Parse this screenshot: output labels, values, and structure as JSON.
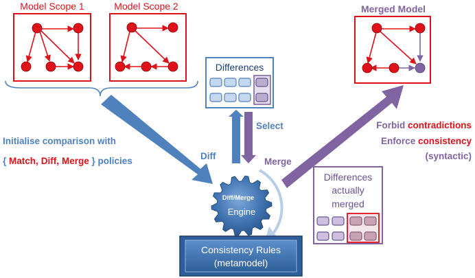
{
  "scopes": {
    "scope1_title": "Model Scope 1",
    "scope2_title": "Model Scope 2",
    "merged_title": "Merged Model"
  },
  "differences": {
    "title": "Differences"
  },
  "merged_differences": {
    "line1": "Differences",
    "line2": "actually",
    "line3": "merged"
  },
  "left_text": {
    "line1": "Initialise comparison with",
    "brace_open": "{ ",
    "match": "Match,",
    "diff": "Diff,",
    "merge": "Merge",
    "brace_close": " } policies"
  },
  "arrows": {
    "diff_label": "Diff",
    "select_label": "Select",
    "merge_label": "Merge"
  },
  "right_text": {
    "forbid": "Forbid ",
    "contradictions": "contradictions",
    "enforce": "Enforce ",
    "consistency": "consistency",
    "syntactic": "(syntactic)"
  },
  "engine": {
    "top_label": "Diff/Merge",
    "bottom_label": "Engine"
  },
  "rules": {
    "line1": "Consistency Rules",
    "line2": "(metamodel)"
  },
  "colors": {
    "red": "#e0101a",
    "blue": "#4f81bd",
    "purple": "#8064a2",
    "engine_blue": "#3a6ea5"
  }
}
